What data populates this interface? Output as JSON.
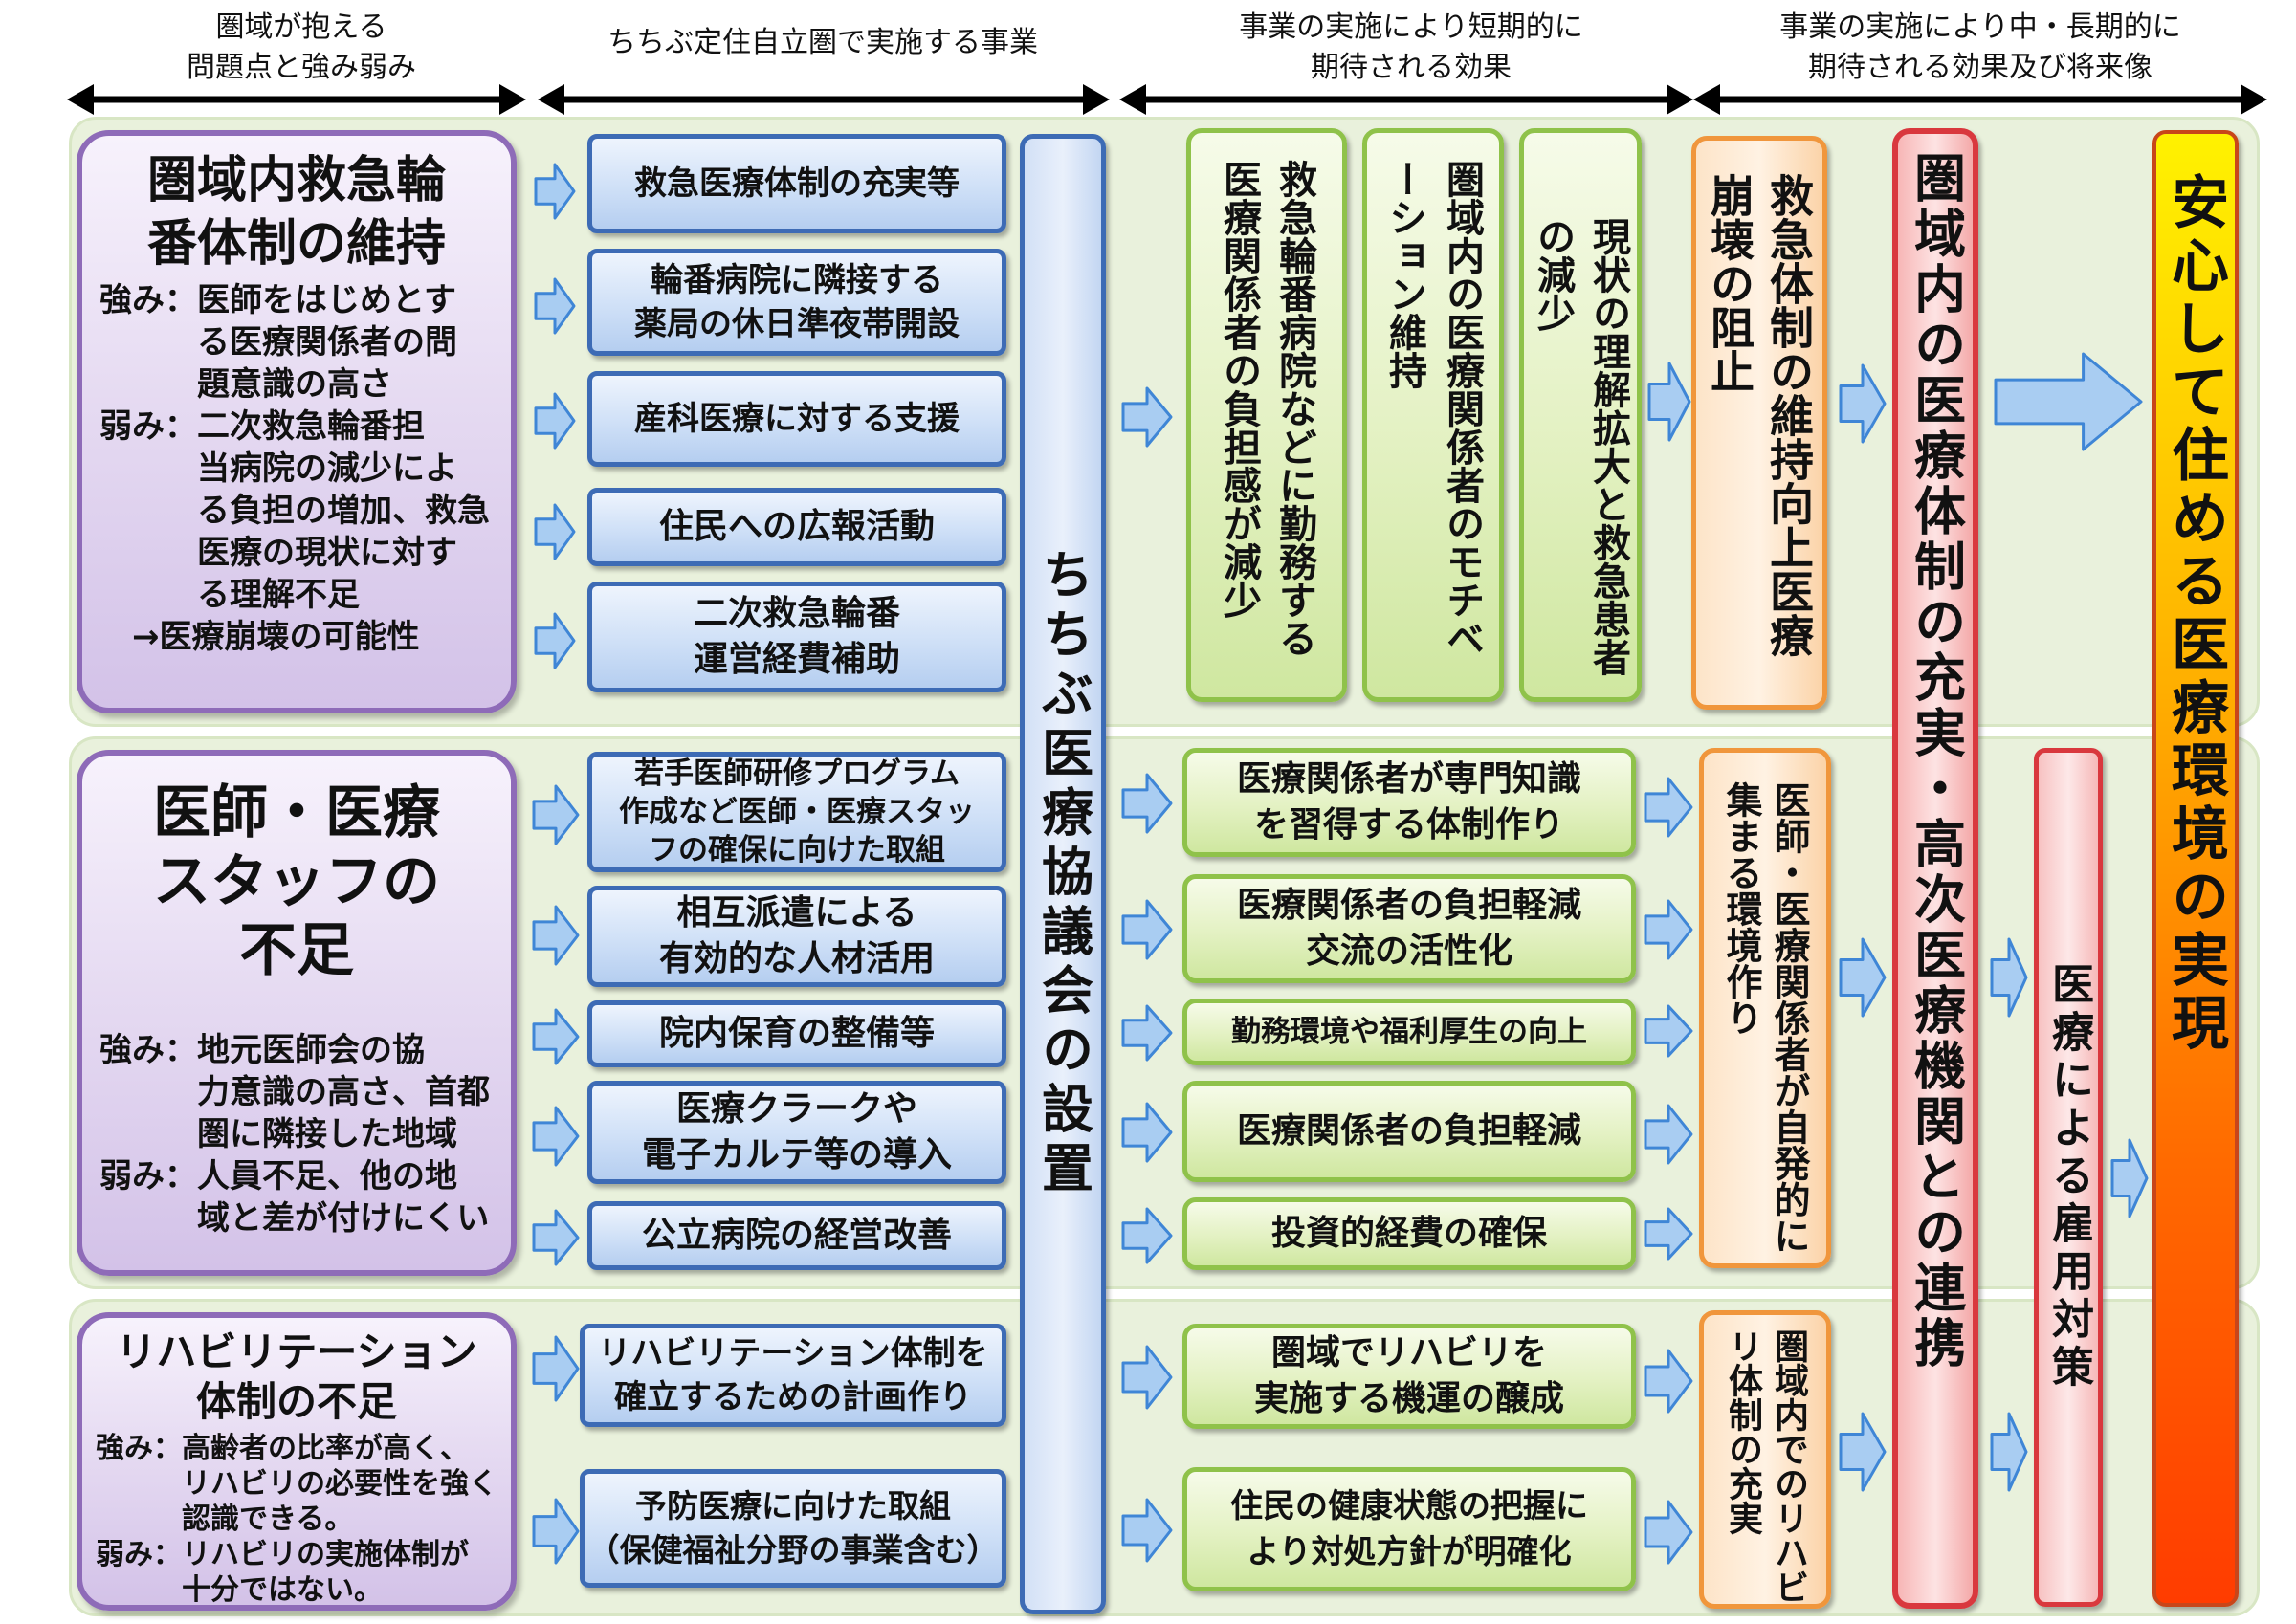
{
  "header": {
    "col1": [
      "圏域が抱える",
      "問題点と強み弱み"
    ],
    "col2": [
      "ちちぶ定住自立圏で実施する事業"
    ],
    "col3": [
      "事業の実施により短期的に",
      "期待される効果"
    ],
    "col4": [
      "事業の実施により中・長期的に",
      "期待される効果及び将来像"
    ]
  },
  "problems": [
    {
      "title": [
        "圏域内救急輪",
        "番体制の維持"
      ],
      "body": [
        "強み：医師をはじめとす",
        "　　　る医療関係者の問",
        "　　　題意識の高さ",
        "弱み：二次救急輪番担",
        "　　　当病院の減少によ",
        "　　　る負担の増加、救急",
        "　　　医療の現状に対す",
        "　　　る理解不足",
        "　→医療崩壊の可能性"
      ]
    },
    {
      "title": [
        "医師・医療",
        "スタッフの",
        "不足"
      ],
      "body": [
        "強み：地元医師会の協",
        "　　　力意識の高さ、首都",
        "　　　圏に隣接した地域",
        "弱み：人員不足、他の地",
        "　　　域と差が付けにくい"
      ]
    },
    {
      "title": [
        "リハビリテーション",
        "体制の不足"
      ],
      "body": [
        "強み：高齢者の比率が高く、",
        "　　　リハビリの必要性を強く",
        "　　　認識できる。",
        "弱み：リハビリの実施体制が",
        "　　　十分ではない。"
      ]
    }
  ],
  "projects": [
    [
      "救急医療体制の充実等"
    ],
    [
      "輪番病院に隣接する",
      "薬局の休日準夜帯開設"
    ],
    [
      "産科医療に対する支援"
    ],
    [
      "住民への広報活動"
    ],
    [
      "二次救急輪番",
      "運営経費補助"
    ],
    [
      "若手医師研修プログラム",
      "作成など医師・医療スタッ",
      "フの確保に向けた取組"
    ],
    [
      "相互派遣による",
      "有効的な人材活用"
    ],
    [
      "院内保育の整備等"
    ],
    [
      "医療クラークや",
      "電子カルテ等の導入"
    ],
    [
      "公立病院の経営改善"
    ],
    [
      "リハビリテーション体制を",
      "確立するための計画作り"
    ],
    [
      "予防医療に向けた取組",
      "（保健福祉分野の事業含む）"
    ]
  ],
  "council": "ちちぶ医療協議会の設置",
  "short_effects_band1": [
    "救急輪番病院などに勤務する医療関係者の負担感が減少",
    "圏域内の医療関係者のモチベーション維持",
    "現状の理解拡大と救急患者の減少"
  ],
  "short_effects_band2": [
    [
      "医療関係者が専門知識",
      "を習得する体制作り"
    ],
    [
      "医療関係者の負担軽減",
      "交流の活性化"
    ],
    [
      "勤務環境や福利厚生の向上"
    ],
    [
      "医療関係者の負担軽減"
    ],
    [
      "投資的経費の確保"
    ]
  ],
  "short_effects_band3": [
    [
      "圏域でリハビリを",
      "実施する機運の醸成"
    ],
    [
      "住民の健康状態の把握に",
      "より対処方針が明確化"
    ]
  ],
  "mid_effects": [
    "救急体制の維持向上医療崩壊の阻止",
    "医師・医療関係者が自発的に集まる環境作り",
    "圏域内でのリハビリ体制の充実"
  ],
  "long_effect": "圏域内の医療体制の充実・高次医療機関との連携",
  "employment": "医療による雇用対策",
  "final_goal": "安心して住める医療環境の実現",
  "colors": {
    "problem_border": "#8e6bb8",
    "project_border": "#3d6bb5",
    "effect_border": "#8fc24a",
    "mid_border": "#f0963c",
    "long_border": "#d9383e",
    "arrow_fill": "#a9cdf2",
    "arrow_stroke": "#3f86d6"
  }
}
